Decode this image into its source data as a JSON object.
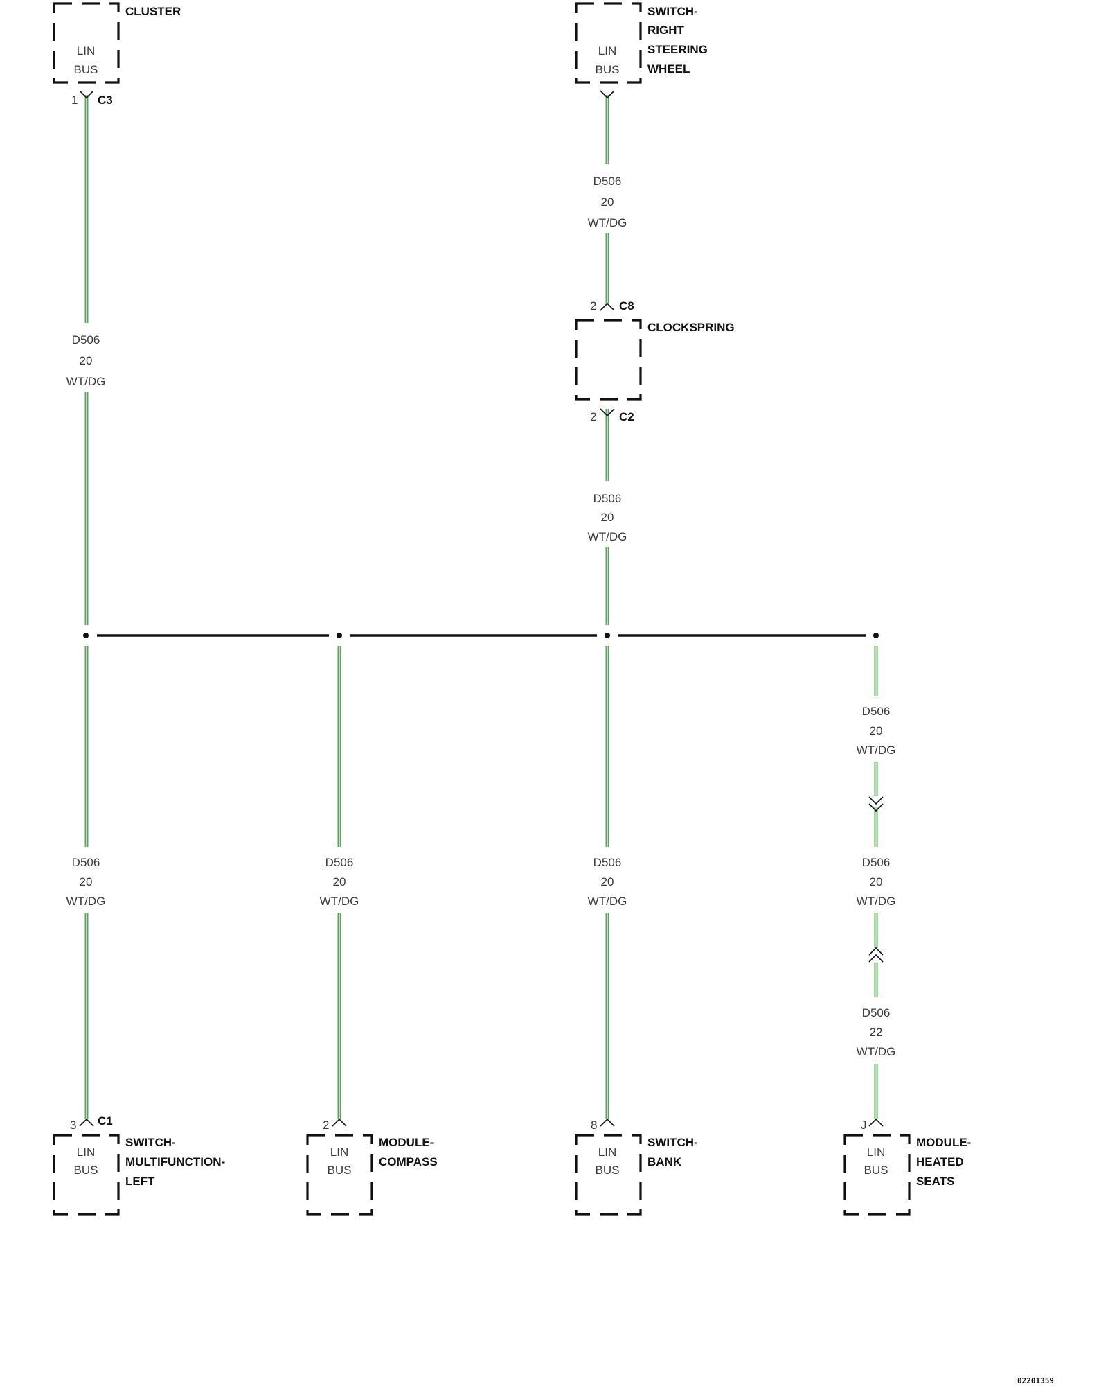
{
  "colors": {
    "wire": "#5aa65a",
    "line": "#111111",
    "text": "#3a3a3a"
  },
  "wire_label": {
    "circuit": "D506",
    "gauge_20": "20",
    "gauge_22": "22",
    "color": "WT/DG"
  },
  "components": {
    "cluster": {
      "name": [
        "CLUSTER"
      ],
      "pin_label": [
        "LIN",
        "BUS"
      ],
      "pin": "1",
      "connector": "C3"
    },
    "switch_rsw": {
      "name": [
        "SWITCH-",
        "RIGHT",
        "STEERING",
        "WHEEL"
      ],
      "pin_label": [
        "LIN",
        "BUS"
      ]
    },
    "clockspring": {
      "name": [
        "CLOCKSPRING"
      ],
      "pin_top": "2",
      "connector_top": "C8",
      "pin_bottom": "2",
      "connector_bottom": "C2"
    },
    "switch_mfl": {
      "name": [
        "SWITCH-",
        "MULTIFUNCTION-",
        "LEFT"
      ],
      "pin_label": [
        "LIN",
        "BUS"
      ],
      "pin": "3",
      "connector": "C1"
    },
    "module_compass": {
      "name": [
        "MODULE-",
        "COMPASS"
      ],
      "pin_label": [
        "LIN",
        "BUS"
      ],
      "pin": "2"
    },
    "switch_bank": {
      "name": [
        "SWITCH-",
        "BANK"
      ],
      "pin_label": [
        "LIN",
        "BUS"
      ],
      "pin": "8"
    },
    "module_hs": {
      "name": [
        "MODULE-",
        "HEATED",
        "SEATS"
      ],
      "pin_label": [
        "LIN",
        "BUS"
      ],
      "pin": "J"
    }
  },
  "footer_code": "02201359"
}
